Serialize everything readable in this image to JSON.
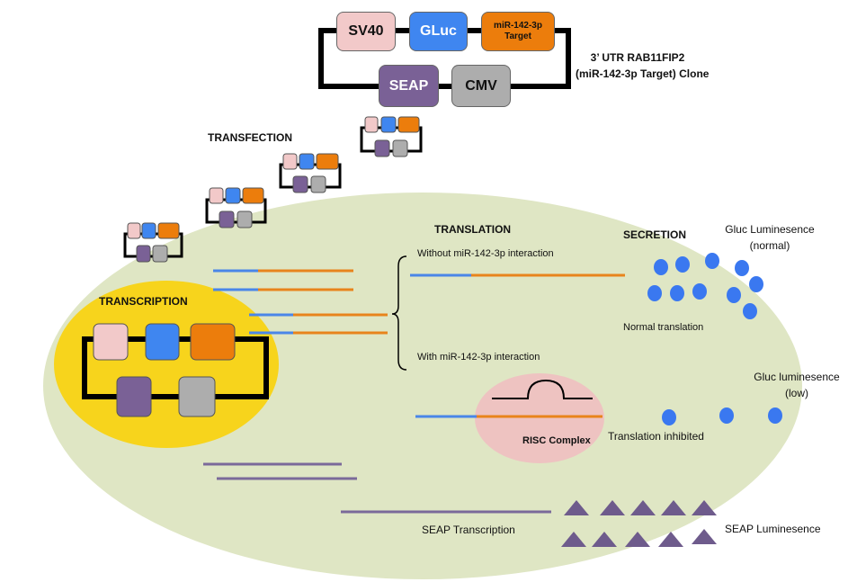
{
  "plasmid": {
    "sv40": "SV40",
    "gluc": "GLuc",
    "target_line1": "miR-142-3p",
    "target_line2": "Target",
    "seap": "SEAP",
    "cmv": "CMV",
    "clone_line1": "3’ UTR RAB11FIP2",
    "clone_line2": "(miR-142-3p Target) Clone"
  },
  "labels": {
    "transfection": "TRANSFECTION",
    "transcription": "TRANSCRIPTION",
    "translation": "TRANSLATION",
    "secretion": "SECRETION",
    "without": "Without miR-142-3p interaction",
    "with": "With miR-142-3p interaction",
    "normal_translation": "Normal translation",
    "gluc_normal_line1": "Gluc Luminesence",
    "gluc_normal_line2": "(normal)",
    "gluc_low_line1": "Gluc luminesence",
    "gluc_low_line2": "(low)",
    "risc": "RISC Complex",
    "translation_inhibited": "Translation inhibited",
    "seap_transcription": "SEAP Transcription",
    "seap_luminesence": "SEAP Luminesence"
  },
  "colors": {
    "sv40": "#f2c9c9",
    "gluc": "#3f86f0",
    "target": "#ec7d0c",
    "seap": "#7a6196",
    "cmv": "#adadad",
    "cell": "#dfe6c4",
    "nucleus": "#f7d41c",
    "risc": "#eec3c1",
    "mrna_blue": "#4a86e8",
    "mrna_orange": "#e8841c",
    "seap_mrna": "#7b6a9a"
  }
}
